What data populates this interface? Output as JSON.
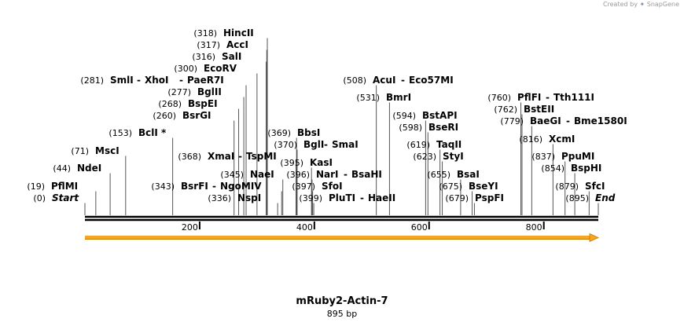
{
  "credit": {
    "prefix": "Created by",
    "brand": "SnapGene"
  },
  "sequence": {
    "name": "mRuby2-Actin-7",
    "length_label": "895 bp",
    "length": 895
  },
  "colors": {
    "feature_fill": "#f5a623",
    "feature_stroke": "#c77a00",
    "backbone": "#000000"
  },
  "ruler": {
    "ticks": [
      "200",
      "400",
      "600",
      "800"
    ]
  },
  "sites": [
    {
      "pos": "(0)",
      "name": "Start"
    },
    {
      "pos": "(19)",
      "name": "PflMI"
    },
    {
      "pos": "(44)",
      "name": "NdeI"
    },
    {
      "pos": "(71)",
      "name": "MscI"
    },
    {
      "pos": "(153)",
      "name": "BclI *"
    },
    {
      "pos": "(260)",
      "name": "BsrGI"
    },
    {
      "pos": "(268)",
      "name": "BspEI"
    },
    {
      "pos": "(277)",
      "name": "BglII"
    },
    {
      "pos": "(281)",
      "name": "SmlI",
      "alt": "XhoI",
      "alt2": "PaeR7I"
    },
    {
      "pos": "(300)",
      "name": "EcoRV"
    },
    {
      "pos": "(316)",
      "name": "SalI"
    },
    {
      "pos": "(317)",
      "name": "AccI"
    },
    {
      "pos": "(318)",
      "name": "HincII"
    },
    {
      "pos": "(336)",
      "name": "NspI"
    },
    {
      "pos": "(343)",
      "name": "BsrFI",
      "alt": "NgoMIV"
    },
    {
      "pos": "(345)",
      "name": "NaeI"
    },
    {
      "pos": "(368)",
      "name": "XmaI",
      "alt": "TspMI"
    },
    {
      "pos": "(369)",
      "name": "BbsI"
    },
    {
      "pos": "(370)",
      "name": "BglI",
      "alt": "SmaI"
    },
    {
      "pos": "(395)",
      "name": "KasI"
    },
    {
      "pos": "(396)",
      "name": "NarI",
      "alt": "BsaHI"
    },
    {
      "pos": "(397)",
      "name": "SfoI"
    },
    {
      "pos": "(399)",
      "name": "PluTI",
      "alt": "HaeII"
    },
    {
      "pos": "(508)",
      "name": "AcuI",
      "alt": "Eco57MI"
    },
    {
      "pos": "(531)",
      "name": "BmrI"
    },
    {
      "pos": "(594)",
      "name": "BstAPI"
    },
    {
      "pos": "(598)",
      "name": "BseRI"
    },
    {
      "pos": "(619)",
      "name": "TaqII"
    },
    {
      "pos": "(623)",
      "name": "StyI"
    },
    {
      "pos": "(655)",
      "name": "BsaI"
    },
    {
      "pos": "(675)",
      "name": "BseYI"
    },
    {
      "pos": "(679)",
      "name": "PspFI"
    },
    {
      "pos": "(760)",
      "name": "PflFI",
      "alt": "Tth111I"
    },
    {
      "pos": "(762)",
      "name": "BstEII"
    },
    {
      "pos": "(779)",
      "name": "BaeGI",
      "alt": "Bme1580I"
    },
    {
      "pos": "(816)",
      "name": "XcmI"
    },
    {
      "pos": "(837)",
      "name": "PpuMI"
    },
    {
      "pos": "(854)",
      "name": "BspHI"
    },
    {
      "pos": "(879)",
      "name": "SfcI"
    },
    {
      "pos": "(895)",
      "name": "End"
    }
  ]
}
